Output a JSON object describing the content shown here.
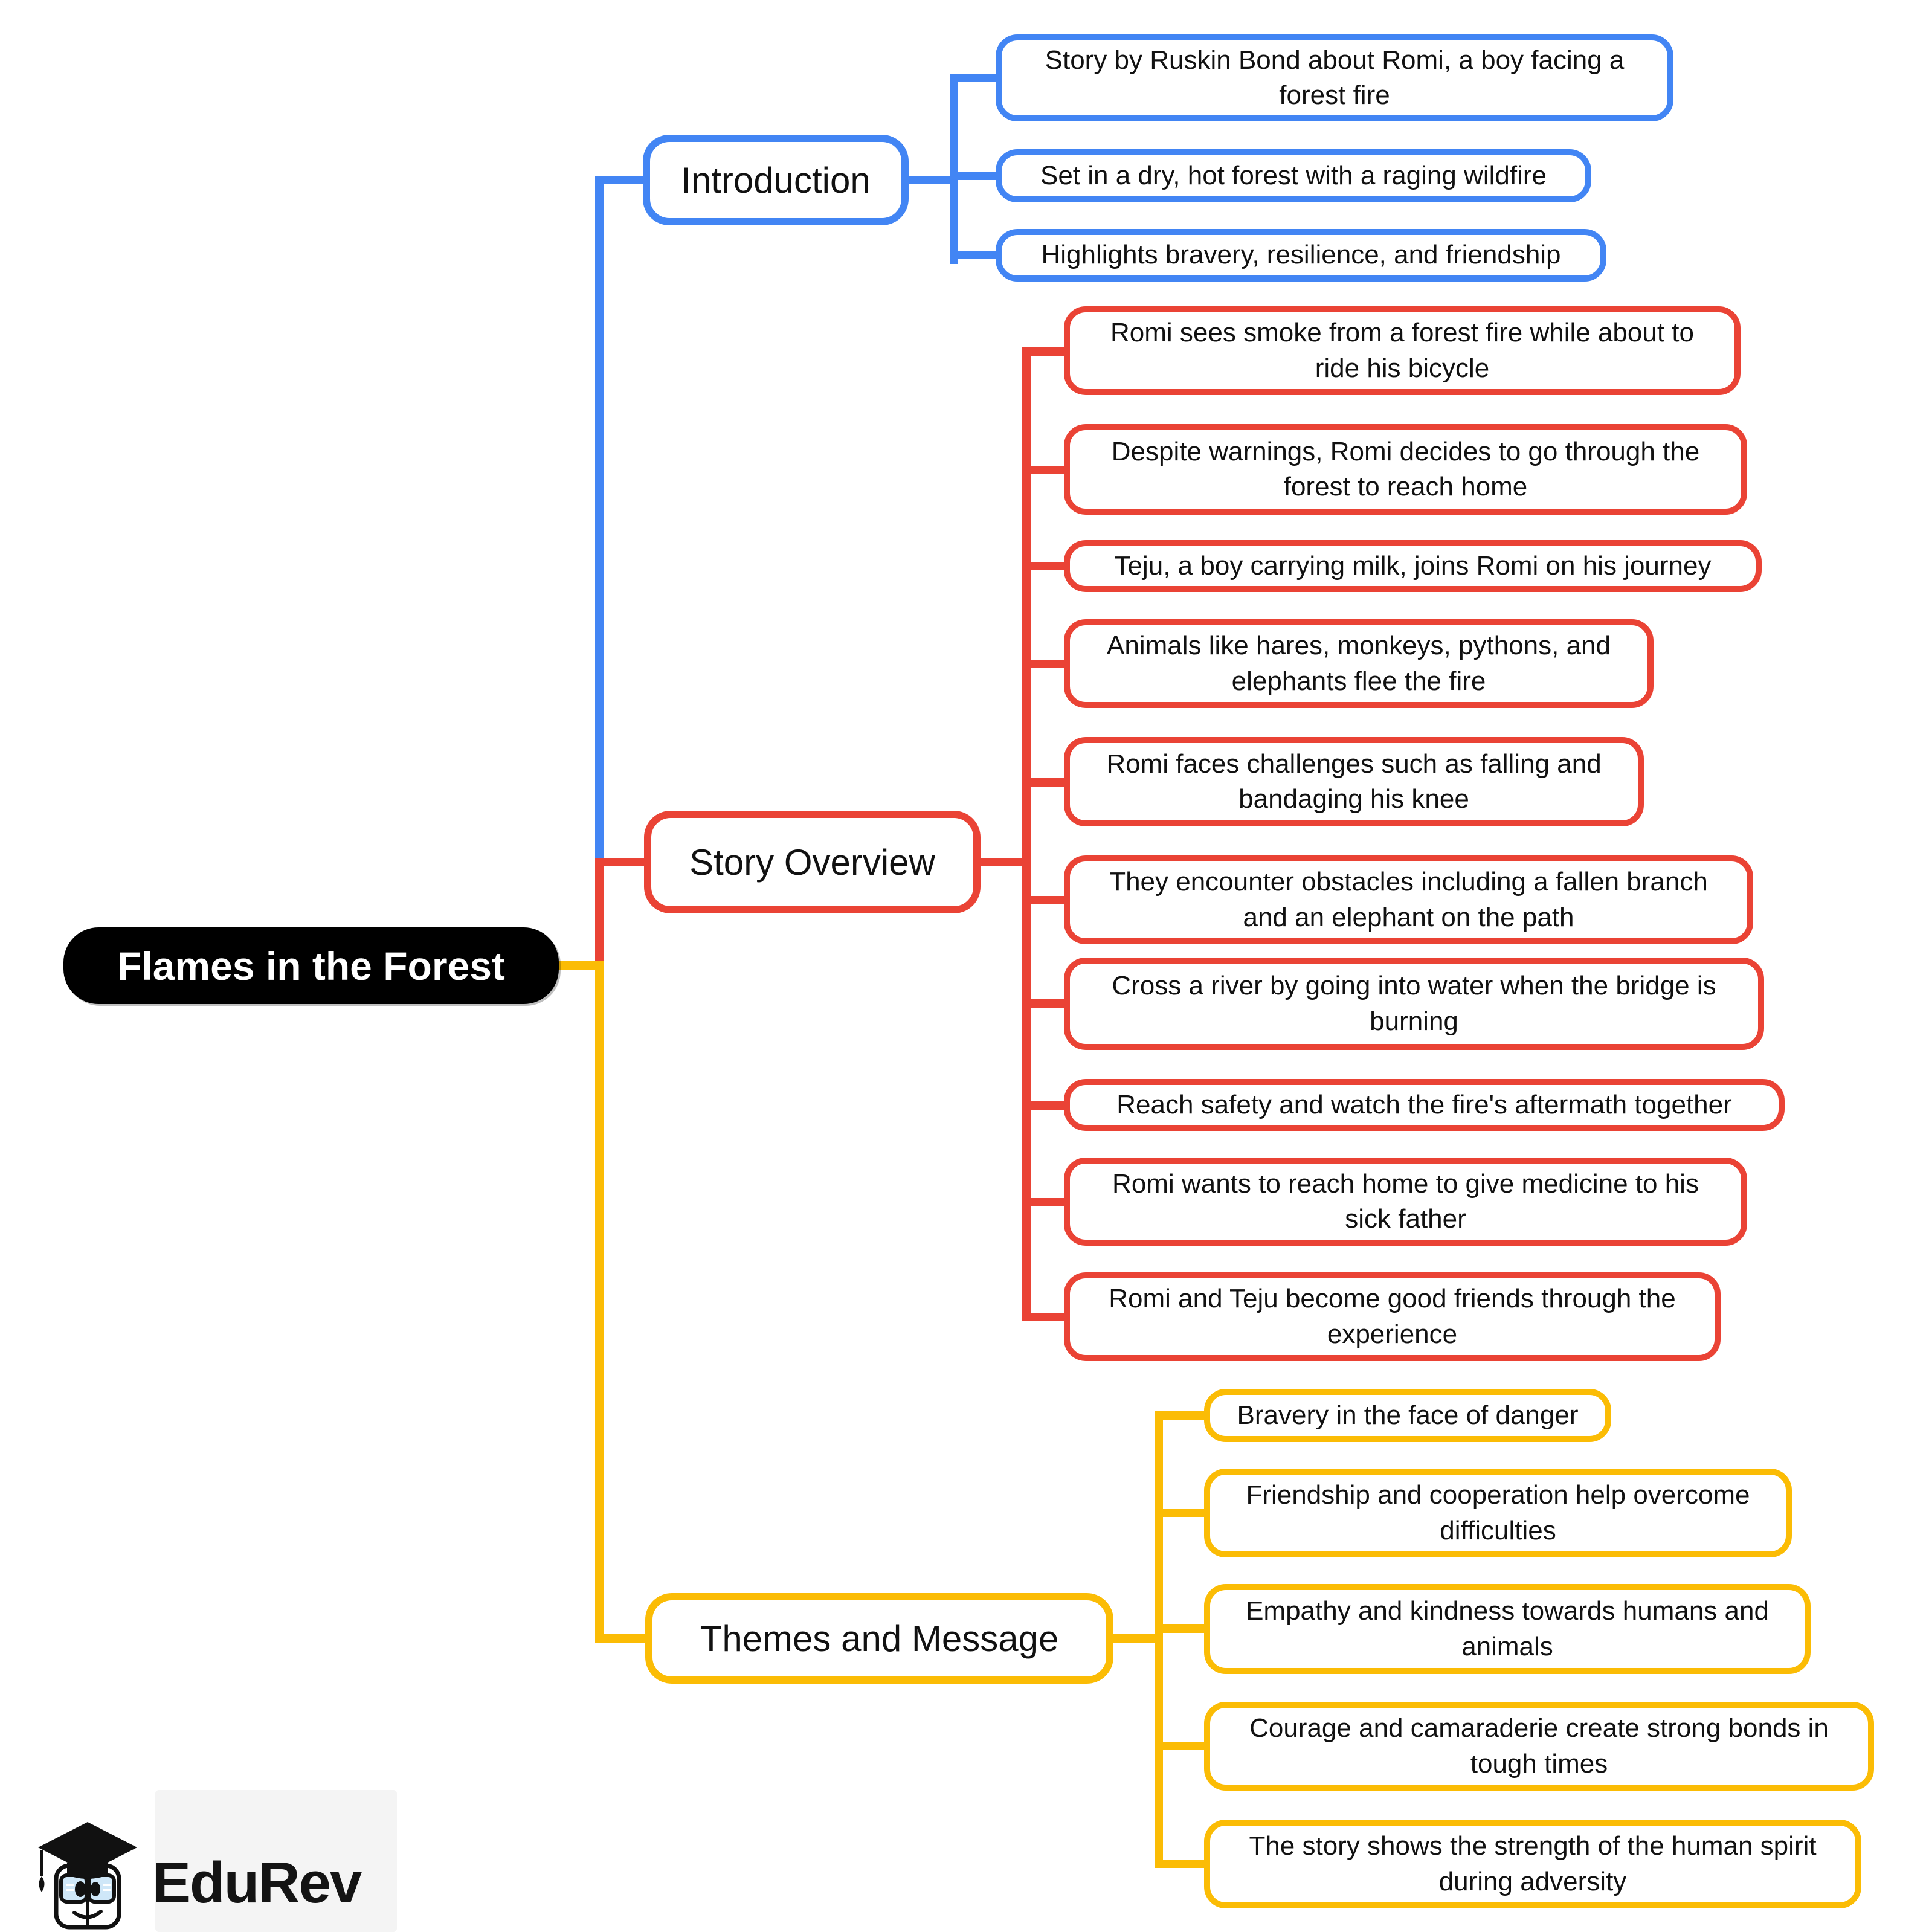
{
  "root": {
    "label": "Flames in the Forest"
  },
  "branches": [
    {
      "label": "Introduction",
      "color": "#4285F4",
      "children": [
        "Story by Ruskin Bond about Romi, a boy facing a forest fire",
        "Set in a dry, hot forest with a raging wildfire",
        "Highlights bravery, resilience, and friendship"
      ]
    },
    {
      "label": "Story Overview",
      "color": "#EA4335",
      "children": [
        "Romi sees smoke from a forest fire while about to ride his bicycle",
        "Despite warnings, Romi decides to go through the forest to reach home",
        "Teju, a boy carrying milk, joins Romi on his journey",
        "Animals like hares, monkeys, pythons, and elephants flee the fire",
        "Romi faces challenges such as falling and bandaging his knee",
        "They encounter obstacles including a fallen branch and an elephant on the path",
        "Cross a river by going into water when the bridge is burning",
        "Reach safety and watch the fire's aftermath together",
        "Romi wants to reach home to give medicine to his sick father",
        "Romi and Teju become good friends through the experience"
      ]
    },
    {
      "label": "Themes and Message",
      "color": "#FBBC05",
      "children": [
        "Bravery in the face of danger",
        "Friendship and cooperation help overcome difficulties",
        "Empathy and kindness towards humans and animals",
        "Courage and camaraderie create strong bonds in tough times",
        "The story shows the strength of the human spirit during adversity"
      ]
    }
  ],
  "logo": {
    "brand": "EduRev"
  },
  "colors": {
    "branch_blue": "#4285F4",
    "branch_red": "#EA4335",
    "branch_yellow": "#FBBC05",
    "root_background": "#000000",
    "box_background": "#FFFFFF",
    "text": "#111111"
  }
}
